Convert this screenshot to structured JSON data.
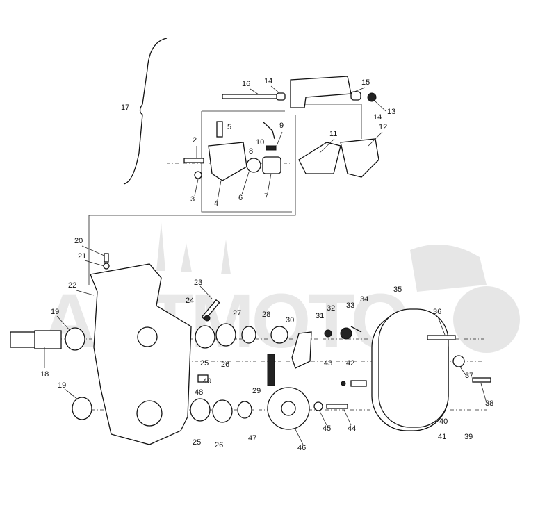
{
  "diagram": {
    "watermark_text": "ARTMOTO",
    "callouts": [
      "17",
      "16",
      "14",
      "15",
      "13",
      "14",
      "12",
      "11",
      "9",
      "10",
      "8",
      "5",
      "2",
      "3",
      "4",
      "6",
      "7",
      "20",
      "21",
      "22",
      "23",
      "24",
      "27",
      "28",
      "30",
      "31",
      "32",
      "33",
      "34",
      "35",
      "36",
      "19",
      "18",
      "25",
      "26",
      "29",
      "49",
      "48",
      "43",
      "42",
      "37",
      "38",
      "19",
      "25",
      "26",
      "47",
      "46",
      "45",
      "44",
      "40",
      "41",
      "39"
    ]
  }
}
